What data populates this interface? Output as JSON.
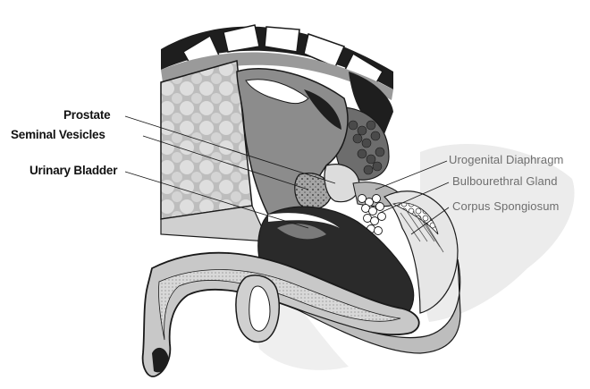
{
  "labels": {
    "prostate": "Prostate",
    "seminal_vesicles": "Seminal Vesicles",
    "urinary_bladder": "Urinary Bladder",
    "urogenital_diaphragm": "Urogenital Diaphragm",
    "bulbourethral_gland": "Bulbourethral Gland",
    "corpus_spongiosum": "Corpus Spongiosum"
  },
  "colors": {
    "background": "#ffffff",
    "outline": "#1a1a1a",
    "dark_tissue": "#1e1e1e",
    "mid_tissue": "#8c8c8c",
    "light_tissue": "#c9c9c9",
    "pale_tissue": "#dcdcdc",
    "speckle": "#d4d4d4",
    "left_label_text": "#111111",
    "right_label_text": "#6e6e6e"
  }
}
